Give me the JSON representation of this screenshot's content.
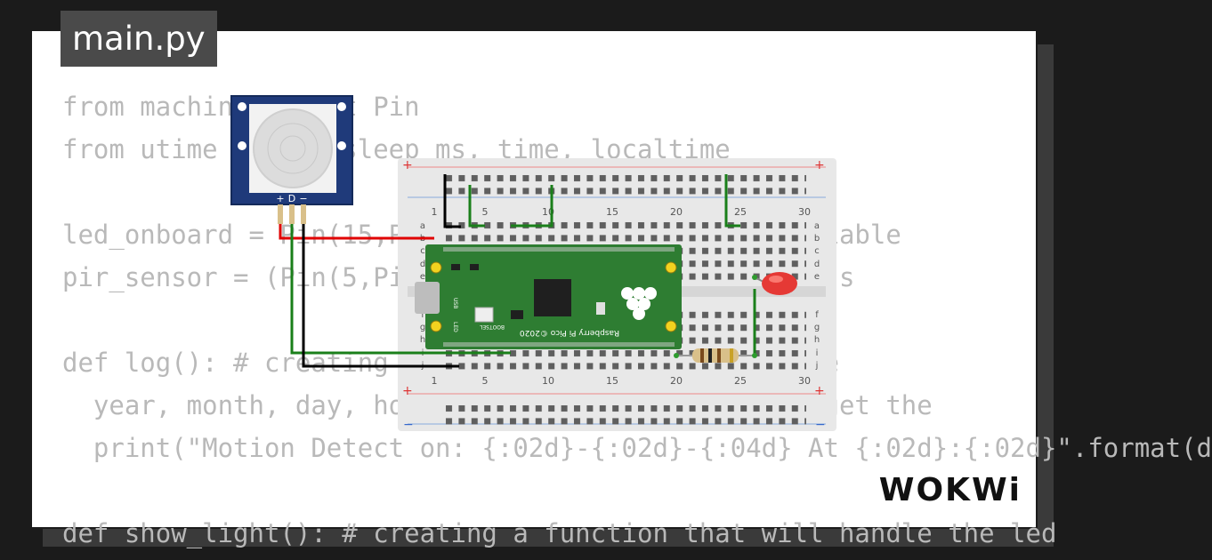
{
  "file_tab": "main.py",
  "code_lines": [
    "from machine import Pin",
    "from utime import sleep_ms, time, localtime",
    "",
    "led_onboard = Pin(15,Pin.OUT) # assigned to a variable",
    "pir_sensor = (Pin(5,Pin.IN, # electrical pinds of s",
    "",
    "def log(): # creating a function for date and time",
    "  year, month, day, hour, minute, ... # first we get the",
    "  print(\"Motion Detect on: {:02d}-{:02d}-{:04d} At {:02d}:{:02d}\".format(d",
    "",
    "def show_light(): # creating a function that will handle the led"
  ],
  "sensor": {
    "pins": [
      "+",
      "D",
      "−"
    ]
  },
  "breadboard": {
    "column_numbers": [
      "1",
      "5",
      "10",
      "15",
      "20",
      "25",
      "30"
    ],
    "row_letters_top": [
      "a",
      "b",
      "c",
      "d",
      "e"
    ],
    "row_letters_bottom": [
      "f",
      "g",
      "h",
      "i",
      "j"
    ],
    "rail_plus": "+",
    "rail_minus": "−"
  },
  "pico": {
    "label": "Raspberry Pi Pico ©2020",
    "button_label": "BOOTSEL",
    "usb_label": "USB",
    "led_label": "LED"
  },
  "colors": {
    "wire_red": "#e00000",
    "wire_black": "#000000",
    "wire_green": "#1a7f1a",
    "pico_green": "#2e7d32",
    "led_red": "#e53935"
  },
  "brand": "WOKWi"
}
